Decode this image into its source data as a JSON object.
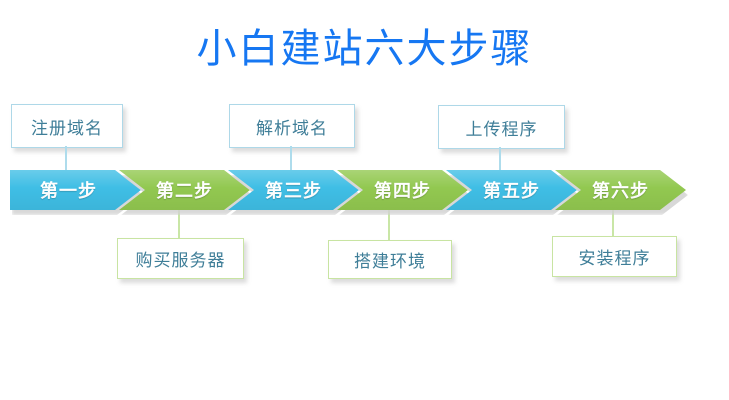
{
  "title": {
    "text": "小白建站六大步骤",
    "color": "#1677f2"
  },
  "colors": {
    "step_blue": "#3fbee5",
    "step_green": "#92c850",
    "box_border_blue": "#aed8e8",
    "box_border_green": "#c8e4a2",
    "box_text": "#3f7e98",
    "connector_blue": "#aedcec",
    "connector_green": "#c9e6a6",
    "shadow_gray": "#d2d2d2"
  },
  "steps": [
    {
      "label": "第一步",
      "color": "#3fbee5",
      "task": {
        "text": "注册域名",
        "position": "above"
      }
    },
    {
      "label": "第二步",
      "color": "#92c850",
      "task": {
        "text": "购买服务器",
        "position": "below"
      }
    },
    {
      "label": "第三步",
      "color": "#3fbee5",
      "task": {
        "text": "解析域名",
        "position": "above"
      }
    },
    {
      "label": "第四步",
      "color": "#92c850",
      "task": {
        "text": "搭建环境",
        "position": "below"
      }
    },
    {
      "label": "第五步",
      "color": "#3fbee5",
      "task": {
        "text": "上传程序",
        "position": "above"
      }
    },
    {
      "label": "第六步",
      "color": "#92c850",
      "task": {
        "text": "安装程序",
        "position": "below"
      }
    }
  ]
}
